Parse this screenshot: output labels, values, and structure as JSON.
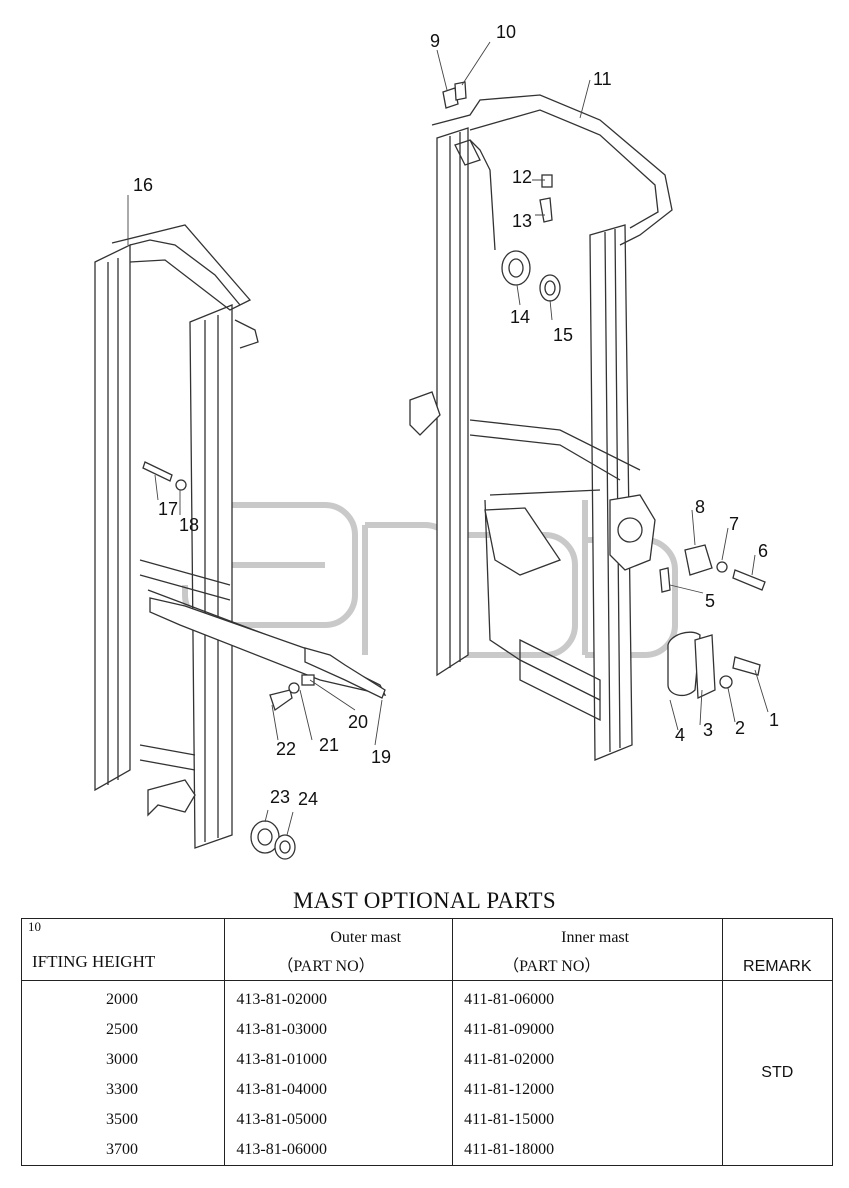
{
  "callouts": [
    "1",
    "2",
    "3",
    "4",
    "5",
    "6",
    "7",
    "8",
    "9",
    "10",
    "11",
    "12",
    "13",
    "14",
    "15",
    "16",
    "17",
    "18",
    "19",
    "20",
    "21",
    "22",
    "23",
    "24"
  ],
  "table": {
    "title": "MAST OPTIONAL PARTS",
    "corner_mark": "10",
    "col1_header": "IFTING HEIGHT",
    "col2_header_top": "Outer mast",
    "col2_header_bottom": "（PART NO）",
    "col3_header_top": "Inner mast",
    "col3_header_bottom": "（PART NO）",
    "col4_header": "REMARK",
    "rows": [
      {
        "height": "2000",
        "outer": "413-81-02000",
        "inner": "411-81-06000"
      },
      {
        "height": "2500",
        "outer": "413-81-03000",
        "inner": "411-81-09000"
      },
      {
        "height": "3000",
        "outer": "413-81-01000",
        "inner": "411-81-02000"
      },
      {
        "height": "3300",
        "outer": "413-81-04000",
        "inner": "411-81-12000"
      },
      {
        "height": "3500",
        "outer": "413-81-05000",
        "inner": "411-81-15000"
      },
      {
        "height": "3700",
        "outer": "413-81-06000",
        "inner": "411-81-18000"
      }
    ],
    "remark": "STD"
  }
}
